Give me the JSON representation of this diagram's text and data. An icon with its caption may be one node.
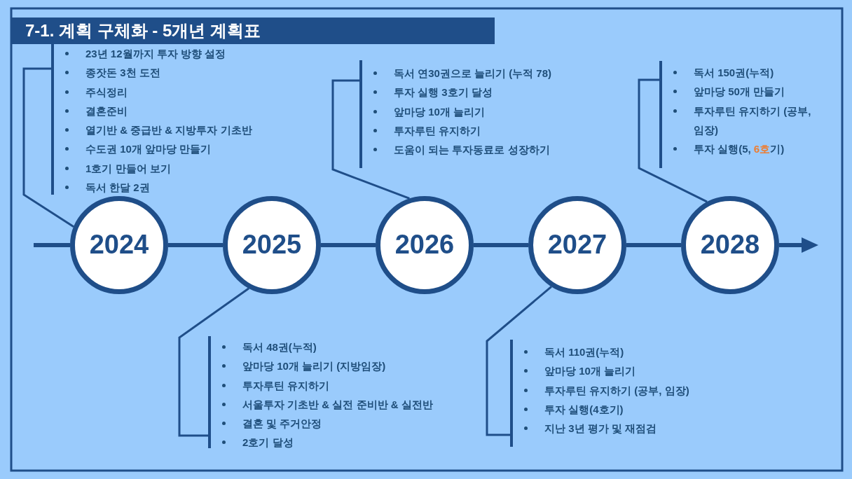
{
  "diagram": {
    "title": "7-1. 계획 구체화 - 5개년 계획표",
    "nodes": [
      {
        "text": [
          "23년 12월까지 투자 방향 설정",
          "종잣돈 3천 도전",
          "주식정리",
          "결혼준비",
          "열기반 & 중급반 & 지방투자 기초반",
          "수도권 10개 앞마당 만들기",
          "1호기 만들어 보기",
          "독서 한달 2권"
        ]
      },
      {
        "text": [
          "독서 연30권으로 늘리기 (누적 78)",
          "투자 실행 3호기 달성",
          "앞마당 10개 늘리기",
          "투자루틴 유지하기",
          "도움이 되는 투자동료로 성장하기"
        ]
      },
      {
        "text": [
          "독서 150권(누적)",
          "앞마당 50개 만들기",
          "투자루틴 유지하기 (공부, 임장)",
          "투자 실행(5, **6호**기)"
        ]
      },
      {
        "text": [
          "2024"
        ]
      },
      {
        "text": [
          "2025"
        ]
      },
      {
        "text": [
          "2026"
        ]
      },
      {
        "text": [
          "2027"
        ]
      },
      {
        "text": [
          "2028"
        ]
      },
      {
        "text": [
          "독서 48권(누적)",
          "앞마당 10개 늘리기 (지방임장)",
          "투자루틴 유지하기",
          "서울투자 기초반 & 실전 준비반 & 실전반",
          "결혼 및 주거안정",
          "2호기 달성"
        ]
      },
      {
        "text": [
          "독서 110권(누적)",
          "앞마당 10개 늘리기",
          "투자루틴 유지하기 (공부, 임장)",
          "투자 실행(4호기)",
          "지난 3년 평가 및 재점검"
        ]
      }
    ],
    "edges": [
      {
        "from": null,
        "to": 3,
        "arrow": "none"
      },
      {
        "from": 3,
        "to": 4,
        "arrow": "none"
      },
      {
        "from": 4,
        "to": 5,
        "arrow": "none"
      },
      {
        "from": 5,
        "to": 6,
        "arrow": "none"
      },
      {
        "from": 6,
        "to": 7,
        "arrow": "none"
      },
      {
        "from": 7,
        "to": null,
        "arrow": "to"
      },
      {
        "from": 0,
        "to": 3,
        "arrow": "none"
      },
      {
        "from": 8,
        "to": 4,
        "arrow": "none"
      },
      {
        "from": 1,
        "to": 5,
        "arrow": "none"
      },
      {
        "from": 9,
        "to": 6,
        "arrow": "none"
      },
      {
        "from": 2,
        "to": 7,
        "arrow": "none"
      }
    ]
  }
}
